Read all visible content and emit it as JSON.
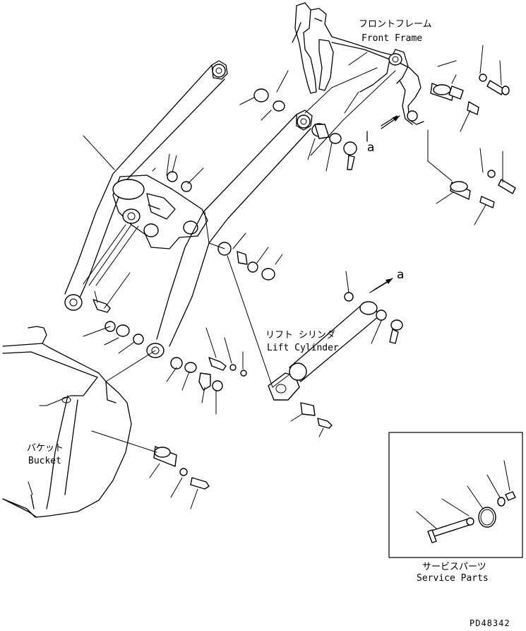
{
  "labels": {
    "front_frame_jp": "フロントフレーム",
    "front_frame_en": "Front Frame",
    "lift_cylinder_jp": "リフト シリンダ",
    "lift_cylinder_en": "Lift Cylinder",
    "bucket_jp": "バケット",
    "bucket_en": "Bucket",
    "service_parts_jp": "サービスパーツ",
    "service_parts_en": "Service Parts",
    "arrow_a_upper": "a",
    "arrow_a_lower": "a",
    "drawing_number": "PD48342"
  }
}
